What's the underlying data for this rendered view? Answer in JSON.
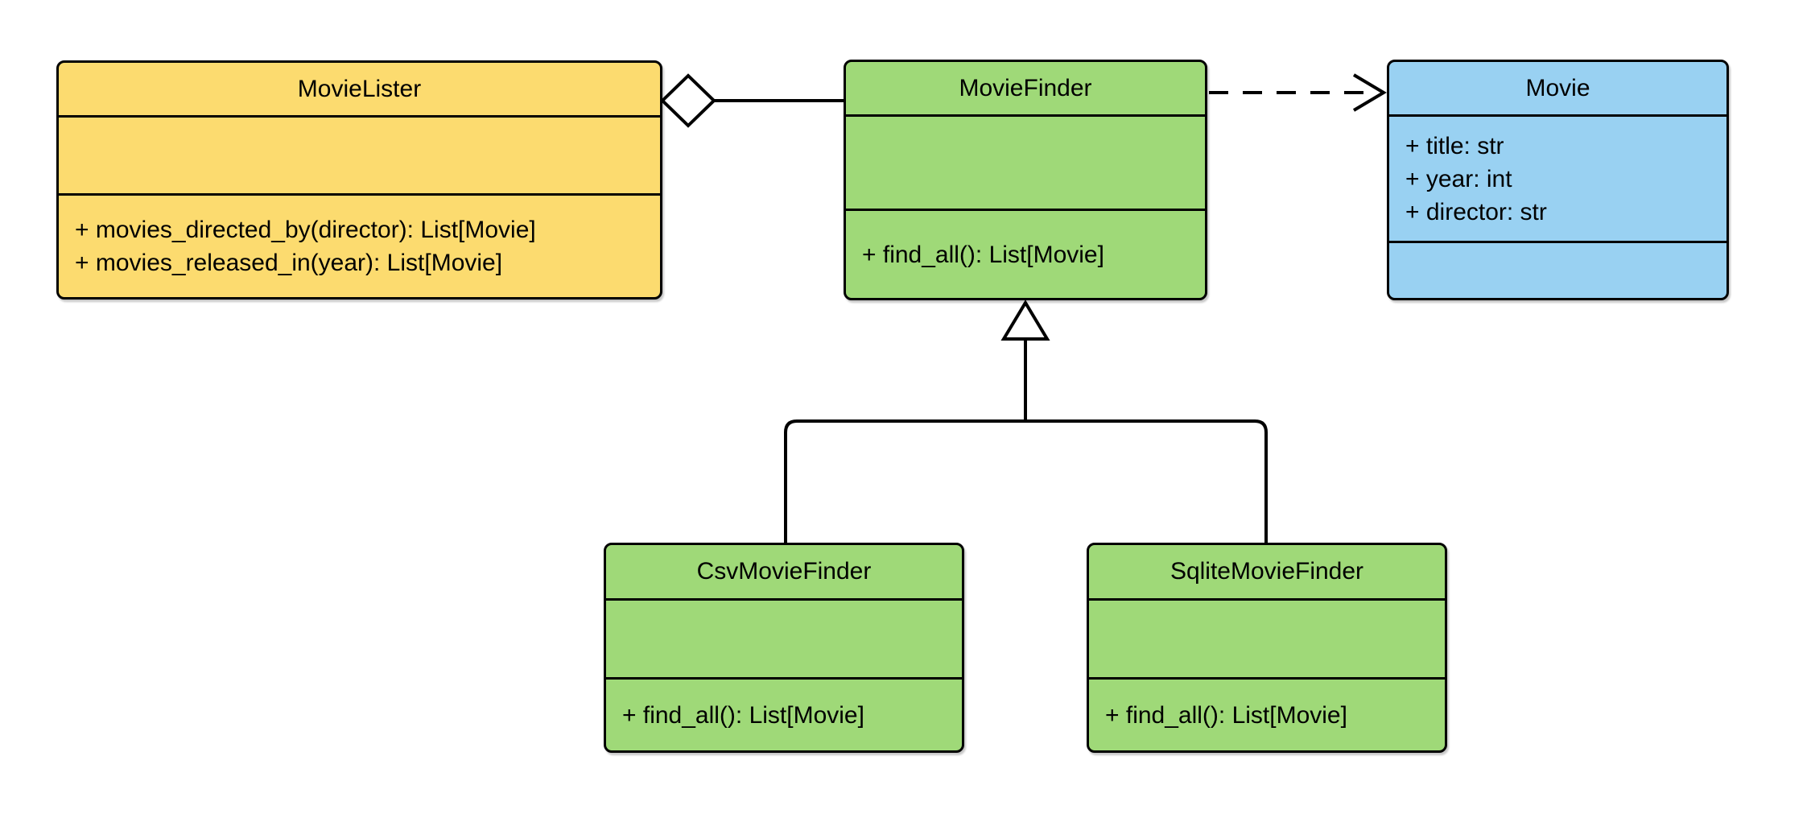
{
  "diagram": {
    "kind": "uml-class-diagram",
    "colors": {
      "yellow_fill": "#FCDB6F",
      "green_fill": "#9FD978",
      "blue_fill": "#99D1F2",
      "stroke": "#000000"
    },
    "classes": {
      "movieLister": {
        "name": "MovieLister",
        "attributes": [],
        "methods": [
          "+ movies_directed_by(director): List[Movie]",
          "+ movies_released_in(year): List[Movie]"
        ]
      },
      "movieFinder": {
        "name": "MovieFinder",
        "attributes": [],
        "methods": [
          "+ find_all(): List[Movie]"
        ]
      },
      "movie": {
        "name": "Movie",
        "attributes": [
          "+ title: str",
          "+ year: int",
          "+ director: str"
        ],
        "methods": []
      },
      "csvMovieFinder": {
        "name": "CsvMovieFinder",
        "attributes": [],
        "methods": [
          "+ find_all(): List[Movie]"
        ]
      },
      "sqliteMovieFinder": {
        "name": "SqliteMovieFinder",
        "attributes": [],
        "methods": [
          "+ find_all(): List[Movie]"
        ]
      }
    },
    "relationships": [
      {
        "type": "aggregation",
        "from": "MovieLister",
        "to": "MovieFinder"
      },
      {
        "type": "dependency",
        "from": "MovieFinder",
        "to": "Movie"
      },
      {
        "type": "generalization",
        "from": "CsvMovieFinder",
        "to": "MovieFinder"
      },
      {
        "type": "generalization",
        "from": "SqliteMovieFinder",
        "to": "MovieFinder"
      }
    ]
  }
}
